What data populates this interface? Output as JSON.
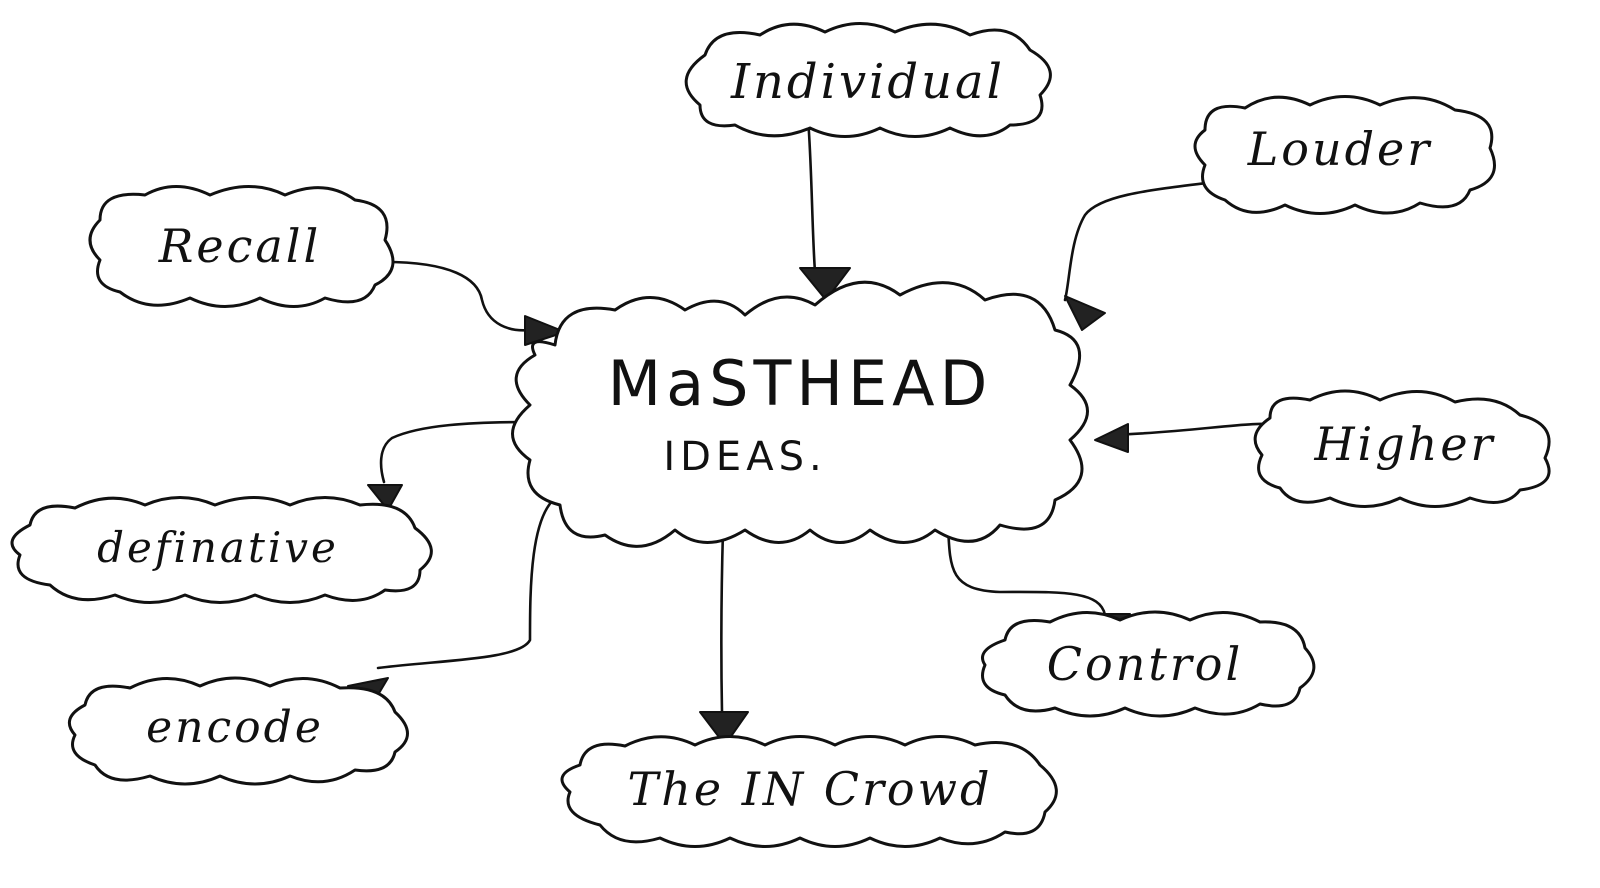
{
  "diagram": {
    "center": {
      "title": "MaSTHEAD",
      "subtitle": "IDEAS."
    },
    "nodes": [
      {
        "id": "individual",
        "label": "Individual"
      },
      {
        "id": "louder",
        "label": "Louder"
      },
      {
        "id": "recall",
        "label": "Recall"
      },
      {
        "id": "higher",
        "label": "Higher"
      },
      {
        "id": "definative",
        "label": "definative"
      },
      {
        "id": "encode",
        "label": "encode"
      },
      {
        "id": "the-in-crowd",
        "label": "The IN Crowd"
      },
      {
        "id": "control",
        "label": "Control"
      }
    ],
    "colors": {
      "ink": "#111111",
      "paper": "#ffffff"
    }
  }
}
